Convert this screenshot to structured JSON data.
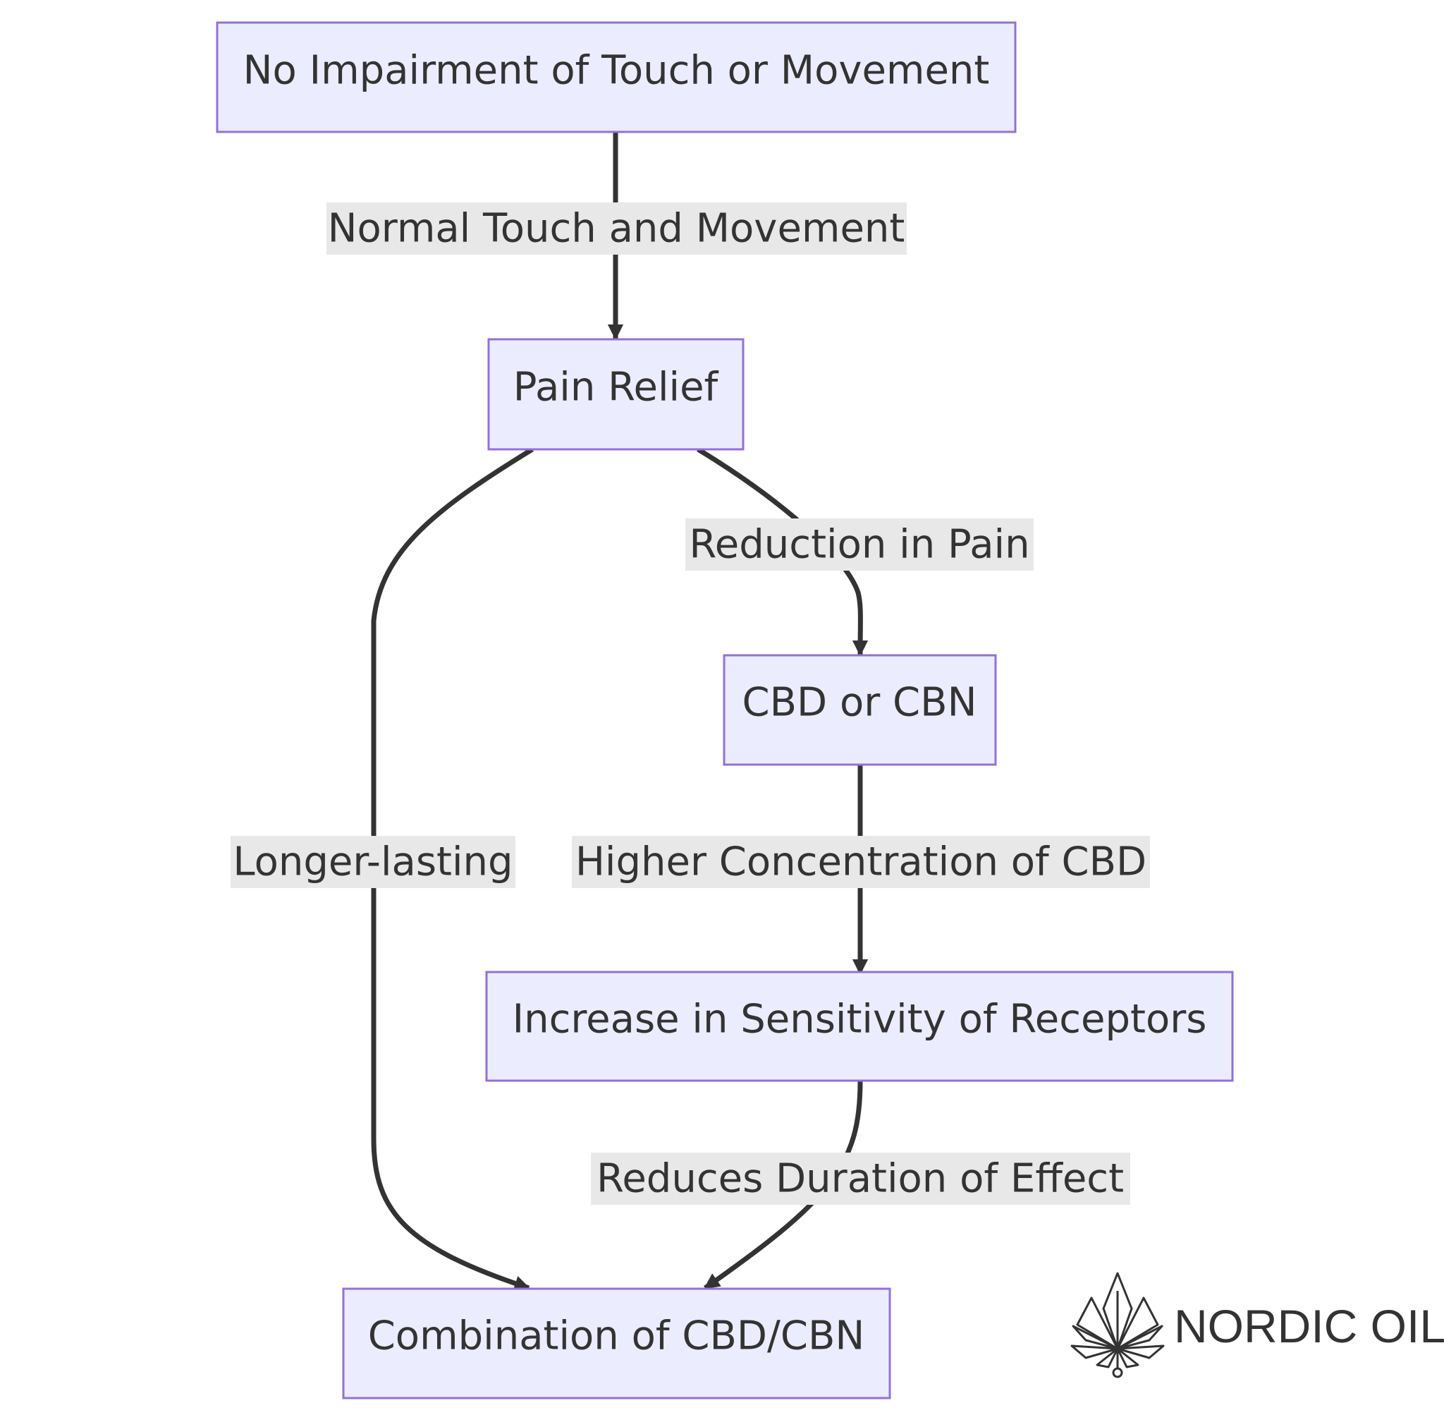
{
  "nodes": {
    "no_impairment": "No Impairment of Touch or Movement",
    "pain_relief": "Pain Relief",
    "cbd_or_cbn": "CBD or CBN",
    "increase_sensitivity": "Increase in Sensitivity of Receptors",
    "combination": "Combination of CBD/CBN"
  },
  "edges": {
    "normal_touch": "Normal Touch and Movement",
    "reduction_in_pain": "Reduction in Pain",
    "longer_lasting": "Longer-lasting",
    "higher_concentration": "Higher Concentration of CBD",
    "reduces_duration": "Reduces Duration of Effect"
  },
  "brand": {
    "name": "NORDIC OIL",
    "logo_icon": "cannabis-leaf-icon"
  },
  "colors": {
    "node_fill": "#ECECFF",
    "node_stroke": "#9370DB",
    "edge": "#333333",
    "label_background": "#e8e8e8",
    "text": "#333333"
  }
}
